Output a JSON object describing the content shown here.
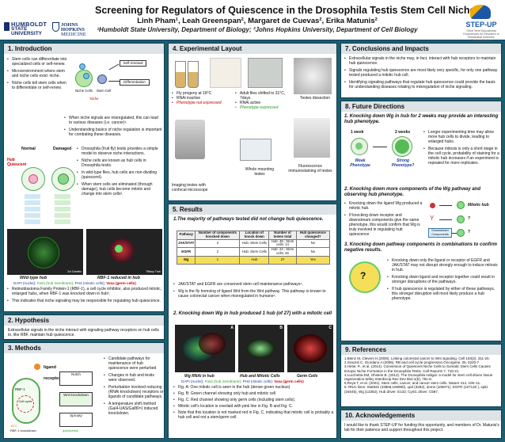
{
  "header": {
    "title": "Screening for Regulators of Quiescence in the Drosophila Testis Stem Cell Niche",
    "authors": "Linh Pham¹, Leah Greenspan², Margaret de Cuevas², Erika Matunis²",
    "affiliations": "¹Humboldt State University, Department of Biology; ²Johns Hopkins University, Department of Cell Biology",
    "logo_left_1": [
      "HUMBOLDT",
      "STATE UNIVERSITY"
    ],
    "logo_left_2": [
      "JOHNS HOPKINS",
      "MEDICINE"
    ],
    "logo_right": "STEP-UP",
    "logo_right_sub": "Short Term Educational Experiences for Research in Biomedical Sciences Undergraduates"
  },
  "intro": {
    "heading": "1. Introduction",
    "bullets_top": [
      "Stem cells can differentiate into specialized cells or self-renew.",
      "Microenvironment where stem and niche cells exist: niche.",
      "Niche cells tell stem cells when to differentiate or self-renew."
    ],
    "diagram": {
      "self_renewal": "Self-renewal",
      "differentiation": "Differentiation",
      "niche_cells": "Niche Cells",
      "stem_cell": "Stem Cell",
      "niche": "Niche"
    },
    "bullets_mid": [
      "When niche signals are misregulated, this can lead to various diseases (i.e. cancer)¹.",
      "Understanding basics of niche regulation is important for combating these diseases."
    ],
    "labels": {
      "normal": "Normal",
      "damaged": "Damaged",
      "hub": "Hub",
      "quiescent": "Quiescent"
    },
    "bullets_right": [
      "Drosophila (fruit fly) testis provides a simple model to observe niche interactions.",
      "Niche cells are known as hub cells in Drosophila testis.",
      "In wild-type flies, hub cells are non-dividing (quiescent).",
      "When stem cells are eliminated (through damage), hub cells become mitotic and change into stem cells²."
    ],
    "img_credits": [
      "Zol Daniels",
      "Tiffany Tran"
    ],
    "img_labels": [
      "Wild-type hub",
      "RBF-1 reduced in hub"
    ],
    "img_caption": {
      "dapi": "DAPI (nuclei);",
      "fas3": "Fas3 (hub membrane);",
      "ph3": "PH3 (mitotic cells);",
      "vasa": "Vasa (germ cells)"
    },
    "bullets_bottom": [
      "Retinoblastoma Family Protein-1 (RBF-1), a cell cycle inhibitor, also produced mitotic, enlarged hubs, when RBF-1 was knocked down in hub³.",
      "This indicates that niche signaling may be responsible for regulating hub quiescence."
    ]
  },
  "hypothesis": {
    "heading": "2. Hypothesis",
    "text": "Extracellular signals in the niche interact with signaling pathway receptors on hub cells to, like RBF, maintain hub quiescence."
  },
  "methods": {
    "heading": "3. Methods",
    "diagram": {
      "ligand": "ligand",
      "receptor": "receptor",
      "cell_cycle": "Cell cycle",
      "rbf1": "RBF-1",
      "rbf1_knockdown": "RBF-1 knockdown",
      "wnt_knockdown": "Wnt knockdown",
      "notch": "Notch",
      "sprouty": "Sprouty",
      "quiescence": "quiescence",
      "marker": "18°C"
    },
    "bullets": [
      "Candidate pathways for maintenance of hub quiescence were perturbed",
      "Changes in hub and testis were observed.",
      "Perturbation involved reducing (RNAi knockdown) receptors or ligands of candidate pathways.",
      "A temperature shift method (Gal4-UAS/Gal80ᵗˢ) induced knockdown."
    ]
  },
  "experimental": {
    "heading": "4. Experimental Layout",
    "col1": [
      "Fly progeny at 18°C",
      "RNAi inactive",
      "Phenotype not expressed"
    ],
    "col2": [
      "Adult flies shifted to 31°C, 7days",
      "RNAi active",
      "Phenotype expressed"
    ],
    "testes_dissection": "Testes dissection",
    "imaging": "Imaging testes with confocal microscope",
    "whole_mount": "Whole mounting testes",
    "fluorescence": "Fluorescence immunostaining of testes"
  },
  "results": {
    "heading": "5. Results",
    "sub1": "1.The majority of pathways tested did not change hub quiescence.",
    "table_headers": [
      "Pathway",
      "Number of components knocked down",
      "Location of knock down",
      "Number of testes total",
      "Hub quiescence changed?"
    ],
    "table_rows": [
      [
        "JAK/STAT",
        "2",
        "Hub: Stem Cells",
        "Hub: 49 ; Stem cells: 14",
        "No"
      ],
      [
        "EGFR",
        "2",
        "Hub: Stem Cells",
        "Hub: 24 ; Stem cells: 46",
        "No"
      ],
      [
        "Wg",
        "1",
        "Hub",
        "27",
        "Yes"
      ]
    ],
    "bullets1": [
      "JAK/STAT and EGFR are conserved stem cell maintenance pathways⁴.",
      "Wg is the fly homolog of ligand Wnt from the Wnt pathway. This pathway is known to cause colorectal cancer when misregulated in humans⁵."
    ],
    "sub2": "2. Knocking down Wg in hub produced 1 hub (of 27) with a mitotic cell",
    "panel_letters": [
      "A",
      "B",
      "C"
    ],
    "img_labels": [
      "Wg RNAi in hub",
      "Hub and Mitotic Cells",
      "Germ Cells"
    ],
    "img_caption": {
      "dapi": "DAPI (nuclei);",
      "fas3": "Fas3 (hub membrane);",
      "ph3": "PH3 (mitotic cells);",
      "vasa": "Vasa (germ cells)"
    },
    "bullets2": [
      "Fig. A: One mitotic cell is seen in the hub (dense green nucleus)",
      "Fig. B: Green channel showing only hub and mitotic cell",
      "Fig. C: Red channel showing only germ cells (including stem cells).",
      "Mitotic cell's location is overlaid with pink line in Fig. B and Fig. C.",
      "Note that this location is not marked red in Fig. C, indicating that mitotic cell is probably a hub cell and not a stem/germ cell."
    ]
  },
  "conclusions": {
    "heading": "7. Conclusions and Impacts",
    "bullets": [
      "Extracellular signals in the niche may, in fact, interact with hub receptors to maintain hub quiescence.",
      "Signals regulating hub quiescence are most likely very specific, for only one pathway tested produced a mitotic hub cell.",
      "Identifying signaling pathways that regulate hub quiescence could provide the basis for understanding diseases relating to misregulation of niche signaling."
    ]
  },
  "future": {
    "heading": "8. Future Directions",
    "sub1": "1. Knocking down Wg in hub for 2 weeks may provide an interesting hub phenotype.",
    "weeks": [
      "1 week",
      "2 weeks"
    ],
    "phenotypes": [
      "Weak Phenotype",
      "Strong Phenotype?"
    ],
    "bullets1": [
      "Longer experimenting time may allow more hub cells to divide, leading to enlarged hubs.",
      "Because mitosis is only a short stage in the cell cycle, probability of staining for a mitotic hub increases if an experiment is repeated for more replicates."
    ],
    "sub2": "2. Knocking down more components of the Wg pathway and observing hub phenotype.",
    "bullets2": [
      "Knocking down the ligand Wg produced a mitotic hub.",
      "If knocking down receptor and downstream components give the same phenotype, this would confirm that Wg is truly involved in regulating hub quiescence"
    ],
    "mitotic_hub": "Mitotic hub",
    "q": "?",
    "downstream": "Downstream Components",
    "sub3": "3. Knocking down pathway components in combinations to confirm negative results.",
    "bullets3": [
      "Knocking down only the ligand or receptor of EGFR and JAK/STAT may not disrupt strongly enough to induce mitosis in hub.",
      "Knocking down ligand and receptor together could result in stronger disruptions of the pathways.",
      "If hub quiescence is regulated by either of these pathways, this stronger disruption will most likely produce a hub phenotype."
    ]
  },
  "references": {
    "heading": "9. References",
    "items": [
      "1.Bienz M, Clevers H.(2000). Linking colorectal cancer to Wnt signaling. Cell 103(2), 311-20.",
      "2.Giacinti C, Giordano A (2006). RB and cell cycle progression.Oncogene. 25, 5220-7",
      "3.Hetie, P., et al. (2014). Conversion of Quiescent Niche Cells to Somatic Stem Cells Causes Ectopic Niche Formation in the Drosophila Testis. Cell Reports 7, 715-21.",
      "4.Lucchetta EM, Ohstein B. (2012). The Drosophila midgut: a model for stem cell driven tissue regeneration.Wiley Interdiscip Rev Dev Biol.1(5), 781-8.",
      "5.Reya T, et al. (2001). Stem cells, cancer, and cancer stem cells. Nature 414, 105–11.",
      "6. RNAi lines: Stat92e (43866,106980), upd (3282), dome (106071), EGFR (107130 ), spitz (34645), Wg (13352); Hub driver: E132; CySC driver: C587."
    ]
  },
  "ack": {
    "heading": "10. Acknowledgements",
    "text": "I would like to thank STEP-UP for funding this opportunity, and members of Dr. Matunis's lab for their patience and support throughout this project."
  },
  "colors": {
    "background": "#1c5e70",
    "panel_header": "#dde3e6",
    "accent_red": "#cc0000",
    "accent_green": "#2a9a2a",
    "highlight": "#f5df58"
  }
}
